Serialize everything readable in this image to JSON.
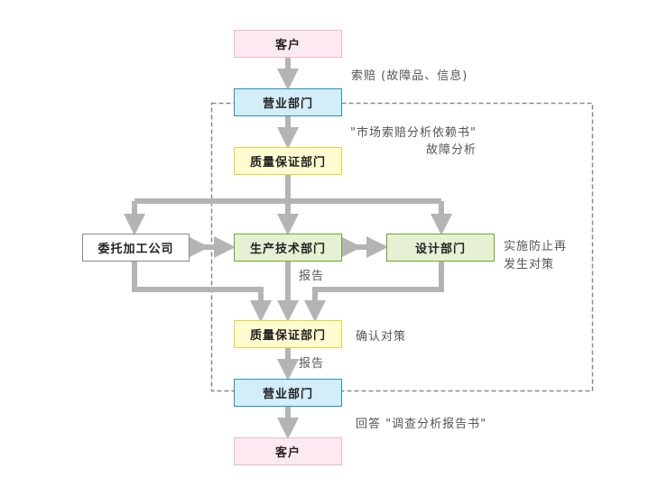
{
  "colors": {
    "customer_fill": "#fde9f1",
    "customer_border": "#f4b6cc",
    "sales_fill": "#d4eef9",
    "sales_border": "#1f94c2",
    "qa_fill": "#fffbd0",
    "qa_border": "#e8d530",
    "green_fill": "#e6f0d4",
    "green_border": "#6aaa2a",
    "plain_fill": "#ffffff",
    "plain_border": "#888888",
    "arrow": "#b4b4b4",
    "dash": "#8a8a8a"
  },
  "nodes": {
    "customer_top": "客户",
    "sales_top": "营业部门",
    "qa_top": "质量保证部门",
    "subcontractor": "委托加工公司",
    "production": "生产技术部门",
    "design": "设计部门",
    "qa_bottom": "质量保证部门",
    "sales_bottom": "营业部门",
    "customer_bottom": "客户"
  },
  "labels": {
    "claim": "索赔 (故障品、信息)",
    "market_report_line1": "\"市场索赔分析依赖书\"",
    "market_report_line2": "故障分析",
    "prevent": "实施防止再\n发生对策",
    "report_1": "报告",
    "confirm": "确认对策",
    "report_2": "报告",
    "reply": "回答 \"调查分析报告书\""
  }
}
